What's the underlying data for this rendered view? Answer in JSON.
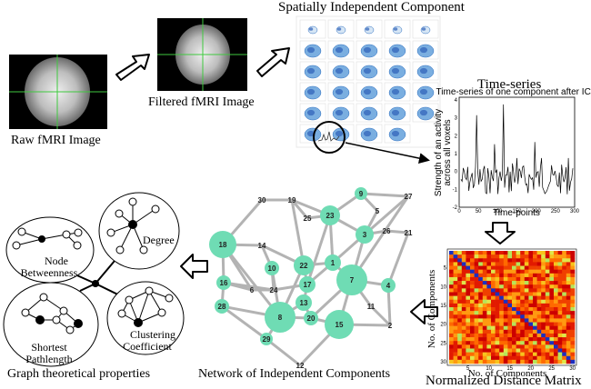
{
  "labels": {
    "raw": "Raw fMRI Image",
    "filtered": "Filtered fMRI Image",
    "ica": "Spatially Independent Component",
    "timeseries": "Time-series",
    "ts_title": "Time-series of one component after ICA",
    "ts_ylabel_1": "Strength of an activity",
    "ts_ylabel_2": "across all voxels",
    "ts_xlabel": "Time-points",
    "matrix": "Normalized Distance Matrix",
    "matrix_ylabel": "No. of Components",
    "matrix_xlabel": "No. of Components",
    "network": "Network of Independent Components",
    "graph": "Graph theoretical properties"
  },
  "graph_properties": {
    "node_betweenness": [
      "Node",
      "Betweenness"
    ],
    "degree": "Degree",
    "shortest_pathlength": [
      "Shortest",
      "Pathlength"
    ],
    "clustering_coefficient": [
      "Clustering",
      "Coefficient"
    ]
  },
  "ts_ticks": {
    "y": [
      "4",
      "3",
      "2",
      "1",
      "0",
      "-1",
      "-2"
    ],
    "x": [
      "0",
      "50",
      "100",
      "150",
      "200",
      "250",
      "300"
    ]
  },
  "matrix_ticks": {
    "y": [
      "5",
      "10",
      "15",
      "20",
      "25",
      "30"
    ],
    "x": [
      "5",
      "10",
      "15",
      "20",
      "25",
      "30"
    ]
  },
  "network_nodes": [
    "18",
    "16",
    "28",
    "10",
    "24",
    "6",
    "14",
    "30",
    "19",
    "25",
    "23",
    "9",
    "27",
    "5",
    "3",
    "26",
    "21",
    "22",
    "1",
    "17",
    "13",
    "7",
    "4",
    "11",
    "2",
    "8",
    "20",
    "15",
    "29",
    "12"
  ],
  "colors": {
    "node": "#6fdcb4",
    "edge": "#b3b3b3",
    "arrow": "#000000"
  }
}
